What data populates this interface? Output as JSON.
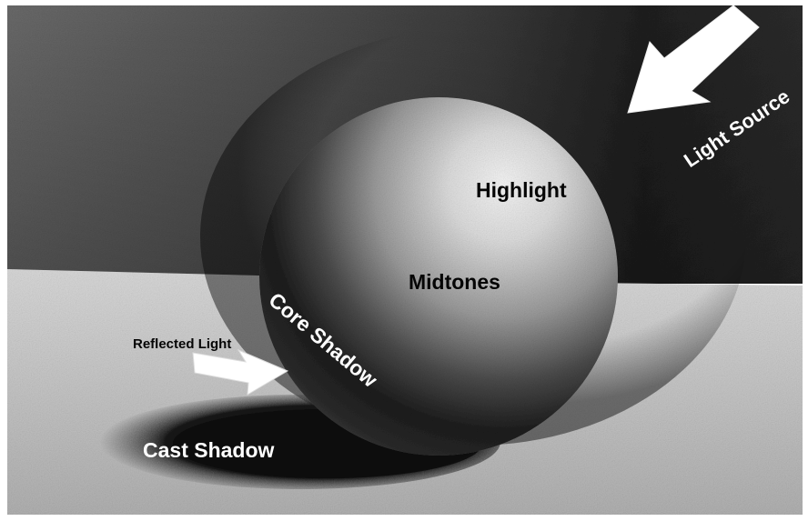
{
  "labels": {
    "highlight": "Highlight",
    "midtones": "Midtones",
    "core_shadow": "Core Shadow",
    "reflected_light": "Reflected Light",
    "cast_shadow": "Cast Shadow",
    "light_source": "Light Source"
  },
  "icons": {
    "light_arrow": "arrow-down-left-icon",
    "reflected_arrow": "arrow-right-icon"
  },
  "colors": {
    "background_wall": "#3a3a3a",
    "table_surface": "#c8c8c8",
    "sphere_highlight": "#f2f2f2",
    "sphere_shadow": "#141414",
    "label_dark": "#050505",
    "label_light": "#ffffff",
    "frame": "#ffffff"
  }
}
